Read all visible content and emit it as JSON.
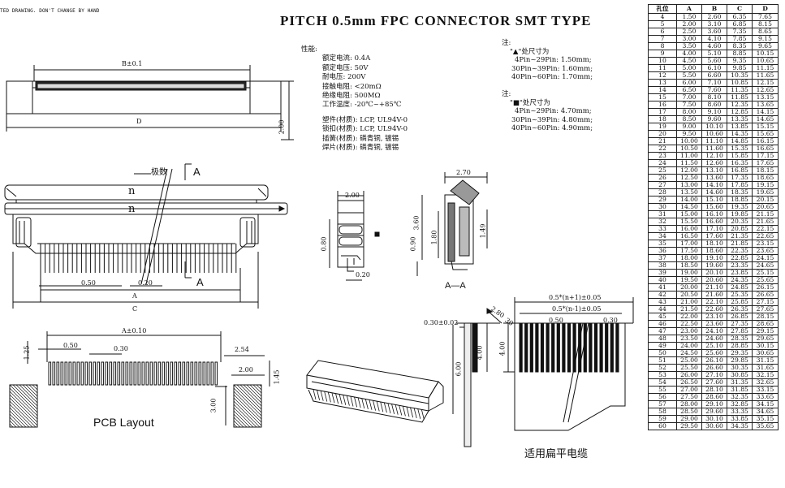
{
  "header_note": "TED DRAWING. DON'T CHANGE BY HAND",
  "title": "PITCH 0.5mm FPC CONNECTOR SMT TYPE",
  "specs": {
    "heading": "性能:",
    "lines": [
      "额定电流: 0.4A",
      "额定电压: 50V",
      "耐电压: 200V",
      "接触电阻: <20mΩ",
      "绝缘电阻: 500MΩ",
      "工作温度: -20℃~+85℃"
    ],
    "materials": [
      "塑件(材质): LCP, UL94V-0",
      "锁扣(材质): LCP, UL94V-0",
      "插簧(材质): 磷青铜, 镀锡",
      "焊片(材质): 磷青铜, 镀锡"
    ]
  },
  "notes": {
    "heading1": "注:",
    "n1_title": "\"▲\"处尺寸为",
    "n1_lines": [
      "4Pin~29Pin: 1.50mm;",
      "30Pin~39Pin: 1.60mm;",
      "40Pin~60Pin: 1.70mm;"
    ],
    "heading2": "注:",
    "n2_title": "\"■\"处尺寸为",
    "n2_lines": [
      "4Pin~29Pin: 4.70mm;",
      "30Pin~39Pin: 4.80mm;",
      "40Pin~60Pin: 4.90mm;"
    ]
  },
  "labels": {
    "b_tol": "B±0.1",
    "d": "D",
    "h200": "2.00",
    "jishu": "极数",
    "a1": "A",
    "n1": "n",
    "n2": "n",
    "p050": "0.50",
    "p020": "0.20",
    "a2": "A",
    "a3": "A",
    "c": "C",
    "side_200": "2.00",
    "side_080": "0.80",
    "side_020": "0.20",
    "sec_270": "2.70",
    "sec_360": "3.60",
    "sec_180": "1.80",
    "sec_149": "1.49",
    "sec_090": "0.90",
    "sec_title": "A—A",
    "pcb_a": "A±0.10",
    "pcb_125": "1.25",
    "pcb_050": "0.50",
    "pcb_030": "0.30",
    "pcb_254": "2.54",
    "pcb_200": "2.00",
    "pcb_145": "1.45",
    "pcb_300": "3.00",
    "pcb_title": "PCB Layout",
    "fpc_030": "0.30±0.02",
    "fpc_600": "6.00",
    "fpc_400a": "4.00",
    "fpc_400b": "4.00",
    "fpc_280": "2.80",
    "fpc_030b": "30",
    "fpc_top1": "0.5*(n+1)±0.05",
    "fpc_top2": "0.5*(n-1)±0.05",
    "fpc_050": "0.50",
    "fpc_030c": "0.30",
    "fpc_caption": "适用扁平电缆"
  },
  "table": {
    "headers": [
      "孔位",
      "A",
      "B",
      "C",
      "D"
    ],
    "rows": [
      [
        "4",
        "1.50",
        "2.60",
        "6.35",
        "7.65"
      ],
      [
        "5",
        "2.00",
        "3.10",
        "6.85",
        "8.15"
      ],
      [
        "6",
        "2.50",
        "3.60",
        "7.35",
        "8.65"
      ],
      [
        "7",
        "3.00",
        "4.10",
        "7.85",
        "9.15"
      ],
      [
        "8",
        "3.50",
        "4.60",
        "8.35",
        "9.65"
      ],
      [
        "9",
        "4.00",
        "5.10",
        "8.85",
        "10.15"
      ],
      [
        "10",
        "4.50",
        "5.60",
        "9.35",
        "10.65"
      ],
      [
        "11",
        "5.00",
        "6.10",
        "9.85",
        "11.15"
      ],
      [
        "12",
        "5.50",
        "6.60",
        "10.35",
        "11.65"
      ],
      [
        "13",
        "6.00",
        "7.10",
        "10.85",
        "12.15"
      ],
      [
        "14",
        "6.50",
        "7.60",
        "11.35",
        "12.65"
      ],
      [
        "15",
        "7.00",
        "8.10",
        "11.85",
        "13.15"
      ],
      [
        "16",
        "7.50",
        "8.60",
        "12.35",
        "13.65"
      ],
      [
        "17",
        "8.00",
        "9.10",
        "12.85",
        "14.15"
      ],
      [
        "18",
        "8.50",
        "9.60",
        "13.35",
        "14.65"
      ],
      [
        "19",
        "9.00",
        "10.10",
        "13.85",
        "15.15"
      ],
      [
        "20",
        "9.50",
        "10.60",
        "14.35",
        "15.65"
      ],
      [
        "21",
        "10.00",
        "11.10",
        "14.85",
        "16.15"
      ],
      [
        "22",
        "10.50",
        "11.60",
        "15.35",
        "16.65"
      ],
      [
        "23",
        "11.00",
        "12.10",
        "15.85",
        "17.15"
      ],
      [
        "24",
        "11.50",
        "12.60",
        "16.35",
        "17.65"
      ],
      [
        "25",
        "12.00",
        "13.10",
        "16.85",
        "18.15"
      ],
      [
        "26",
        "12.50",
        "13.60",
        "17.35",
        "18.65"
      ],
      [
        "27",
        "13.00",
        "14.10",
        "17.85",
        "19.15"
      ],
      [
        "28",
        "13.50",
        "14.60",
        "18.35",
        "19.65"
      ],
      [
        "29",
        "14.00",
        "15.10",
        "18.85",
        "20.15"
      ],
      [
        "30",
        "14.50",
        "15.60",
        "19.35",
        "20.65"
      ],
      [
        "31",
        "15.00",
        "16.10",
        "19.85",
        "21.15"
      ],
      [
        "32",
        "15.50",
        "16.60",
        "20.35",
        "21.65"
      ],
      [
        "33",
        "16.00",
        "17.10",
        "20.85",
        "22.15"
      ],
      [
        "34",
        "16.50",
        "17.60",
        "21.35",
        "22.65"
      ],
      [
        "35",
        "17.00",
        "18.10",
        "21.85",
        "23.15"
      ],
      [
        "36",
        "17.50",
        "18.60",
        "22.35",
        "23.65"
      ],
      [
        "37",
        "18.00",
        "19.10",
        "22.85",
        "24.15"
      ],
      [
        "38",
        "18.50",
        "19.60",
        "23.35",
        "24.65"
      ],
      [
        "39",
        "19.00",
        "20.10",
        "23.85",
        "25.15"
      ],
      [
        "40",
        "19.50",
        "20.60",
        "24.35",
        "25.65"
      ],
      [
        "41",
        "20.00",
        "21.10",
        "24.85",
        "26.15"
      ],
      [
        "42",
        "20.50",
        "21.60",
        "25.35",
        "26.65"
      ],
      [
        "43",
        "21.00",
        "22.10",
        "25.85",
        "27.15"
      ],
      [
        "44",
        "21.50",
        "22.60",
        "26.35",
        "27.65"
      ],
      [
        "45",
        "22.00",
        "23.10",
        "26.85",
        "28.15"
      ],
      [
        "46",
        "22.50",
        "23.60",
        "27.35",
        "28.65"
      ],
      [
        "47",
        "23.00",
        "24.10",
        "27.85",
        "29.15"
      ],
      [
        "48",
        "23.50",
        "24.60",
        "28.35",
        "29.65"
      ],
      [
        "49",
        "24.00",
        "25.10",
        "28.85",
        "30.15"
      ],
      [
        "50",
        "24.50",
        "25.60",
        "29.35",
        "30.65"
      ],
      [
        "51",
        "25.00",
        "26.10",
        "29.85",
        "31.15"
      ],
      [
        "52",
        "25.50",
        "26.60",
        "30.35",
        "31.65"
      ],
      [
        "53",
        "26.00",
        "27.10",
        "30.85",
        "32.15"
      ],
      [
        "54",
        "26.50",
        "27.60",
        "31.35",
        "32.65"
      ],
      [
        "55",
        "27.00",
        "28.10",
        "31.85",
        "33.15"
      ],
      [
        "56",
        "27.50",
        "28.60",
        "32.35",
        "33.65"
      ],
      [
        "57",
        "28.00",
        "29.10",
        "32.85",
        "34.15"
      ],
      [
        "58",
        "28.50",
        "29.60",
        "33.35",
        "34.65"
      ],
      [
        "59",
        "29.00",
        "30.10",
        "33.85",
        "35.15"
      ],
      [
        "60",
        "29.50",
        "30.60",
        "34.35",
        "35.65"
      ]
    ]
  }
}
